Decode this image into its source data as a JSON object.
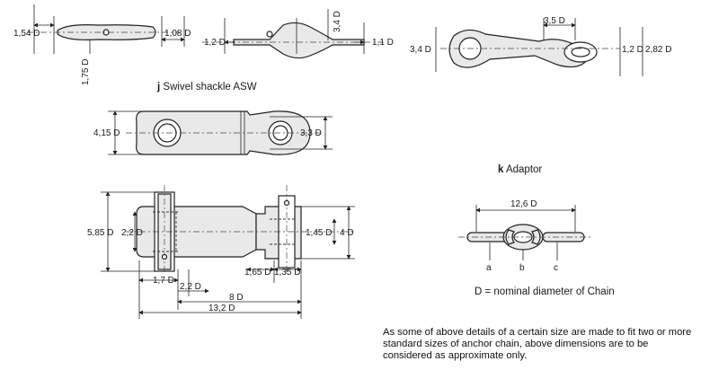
{
  "top_left": {
    "d1": "1,54 D",
    "d2": "1,08 D",
    "d3": "1,75 D"
  },
  "top_mid": {
    "d1": "3,4 D",
    "d2": "1,2 D",
    "d3": "1,1 D"
  },
  "top_right": {
    "d1": "3,5 D",
    "d2": "3,4 D",
    "d3": "1,2 D",
    "d4": "2,82 D"
  },
  "swivel": {
    "letter": "j",
    "title": " Swivel shackle ASW",
    "d1": "4,15 D",
    "d2": "3,3 D",
    "d3": "5,85 D",
    "d4": "2,2 D",
    "d5": "1,45 D",
    "d6": "4 D",
    "d7": "1,65 D",
    "d8": "1,35 D",
    "d9": "1,7 D",
    "d10": "2,2 D",
    "d11": "8 D",
    "d12": "13,2 D"
  },
  "adaptor": {
    "letter": "k",
    "title": " Adaptor",
    "d1": "12,6 D",
    "a": "a",
    "b": "b",
    "c": "c",
    "legend": "D = nominal diameter of Chain"
  },
  "note": "As some of above details of a certain size are made to fit two or more standard sizes of anchor chain, above dimensions are to be considered as approximate only."
}
